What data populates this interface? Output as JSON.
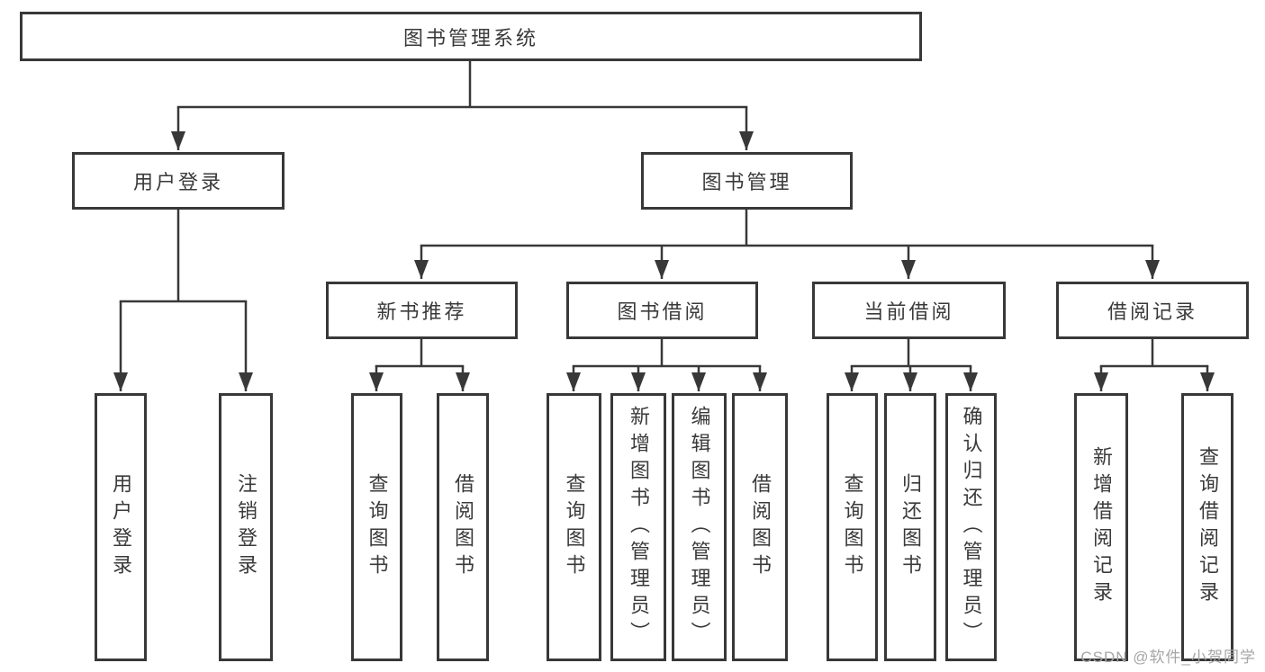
{
  "diagram": {
    "title": "图书管理系统",
    "branches": [
      {
        "label": "用户登录",
        "children": [
          {
            "label": "用户登录"
          },
          {
            "label": "注销登录"
          }
        ]
      },
      {
        "label": "图书管理",
        "children": [
          {
            "label": "新书推荐",
            "children": [
              {
                "label": "查询图书"
              },
              {
                "label": "借阅图书"
              }
            ]
          },
          {
            "label": "图书借阅",
            "children": [
              {
                "label": "查询图书"
              },
              {
                "label": "新增图书（管理员）"
              },
              {
                "label": "编辑图书（管理员）"
              },
              {
                "label": "借阅图书"
              }
            ]
          },
          {
            "label": "当前借阅",
            "children": [
              {
                "label": "查询图书"
              },
              {
                "label": "归还图书"
              },
              {
                "label": "确认归还（管理员）"
              }
            ]
          },
          {
            "label": "借阅记录",
            "children": [
              {
                "label": "新增借阅记录"
              },
              {
                "label": "查询借阅记录"
              }
            ]
          }
        ]
      }
    ],
    "colors": {
      "line": "#383838",
      "text": "#3a3a3a",
      "box_background": "#ffffff",
      "watermark": "#a6a6a6"
    }
  },
  "watermark": "CSDN @软件_小贺同学"
}
